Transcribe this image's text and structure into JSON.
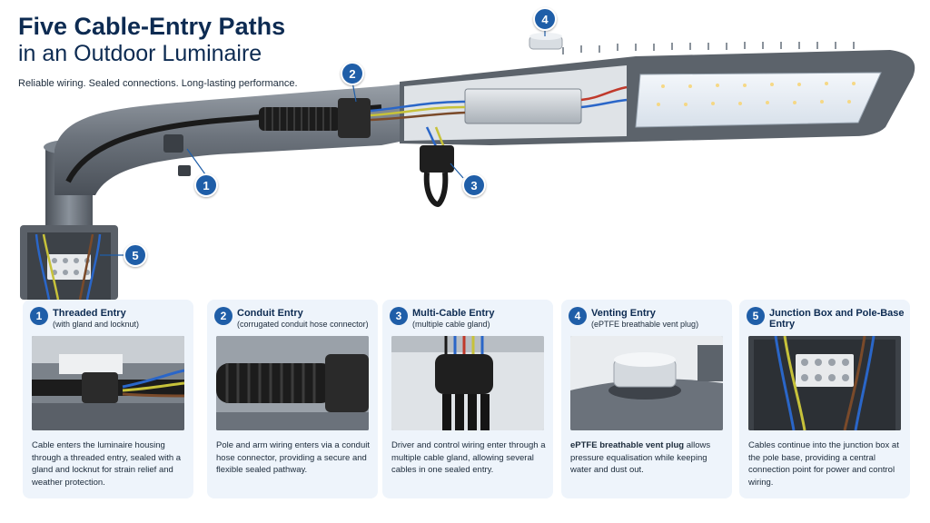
{
  "header": {
    "title": "Five Cable-Entry Paths",
    "subtitle": "in an Outdoor Luminaire",
    "tagline": "Reliable wiring. Sealed connections. Long-lasting performance."
  },
  "callouts": [
    "1",
    "2",
    "3",
    "4",
    "5"
  ],
  "cards": [
    {
      "number": "1",
      "title": "Threaded Entry",
      "subtitle": "(with gland and locknut)",
      "desc_bold": "",
      "desc": "Cable enters the luminaire housing through a threaded entry, sealed with a gland and locknut for strain relief and weather protection."
    },
    {
      "number": "2",
      "title": "Conduit Entry",
      "subtitle": "(corrugated conduit hose connector)",
      "desc_bold": "",
      "desc": "Pole and arm wiring enters via a conduit hose connector, providing a secure and flexible sealed pathway."
    },
    {
      "number": "3",
      "title": "Multi-Cable Entry",
      "subtitle": "(multiple cable gland)",
      "desc_bold": "",
      "desc": "Driver and control wiring enter through a multiple cable gland, allowing several cables in one sealed entry."
    },
    {
      "number": "4",
      "title": "Venting Entry",
      "subtitle": "(ePTFE breathable vent plug)",
      "desc_bold": "ePTFE breathable vent plug",
      "desc": " allows pressure equalisation while keeping water and dust out."
    },
    {
      "number": "5",
      "title": "Junction Box and Pole-Base Entry",
      "subtitle": "",
      "desc_bold": "",
      "desc": "Cables continue into the junction box at the pole base, providing a central connection point for power and control wiring."
    }
  ],
  "colors": {
    "accent": "#1f5ea8",
    "title": "#0d2b52",
    "card_bg": "#eef4fb",
    "wire_blue": "#2a66c8",
    "wire_yellow_green": "#c7c23a",
    "wire_brown": "#7a4a2a",
    "wire_red": "#c0392b"
  }
}
